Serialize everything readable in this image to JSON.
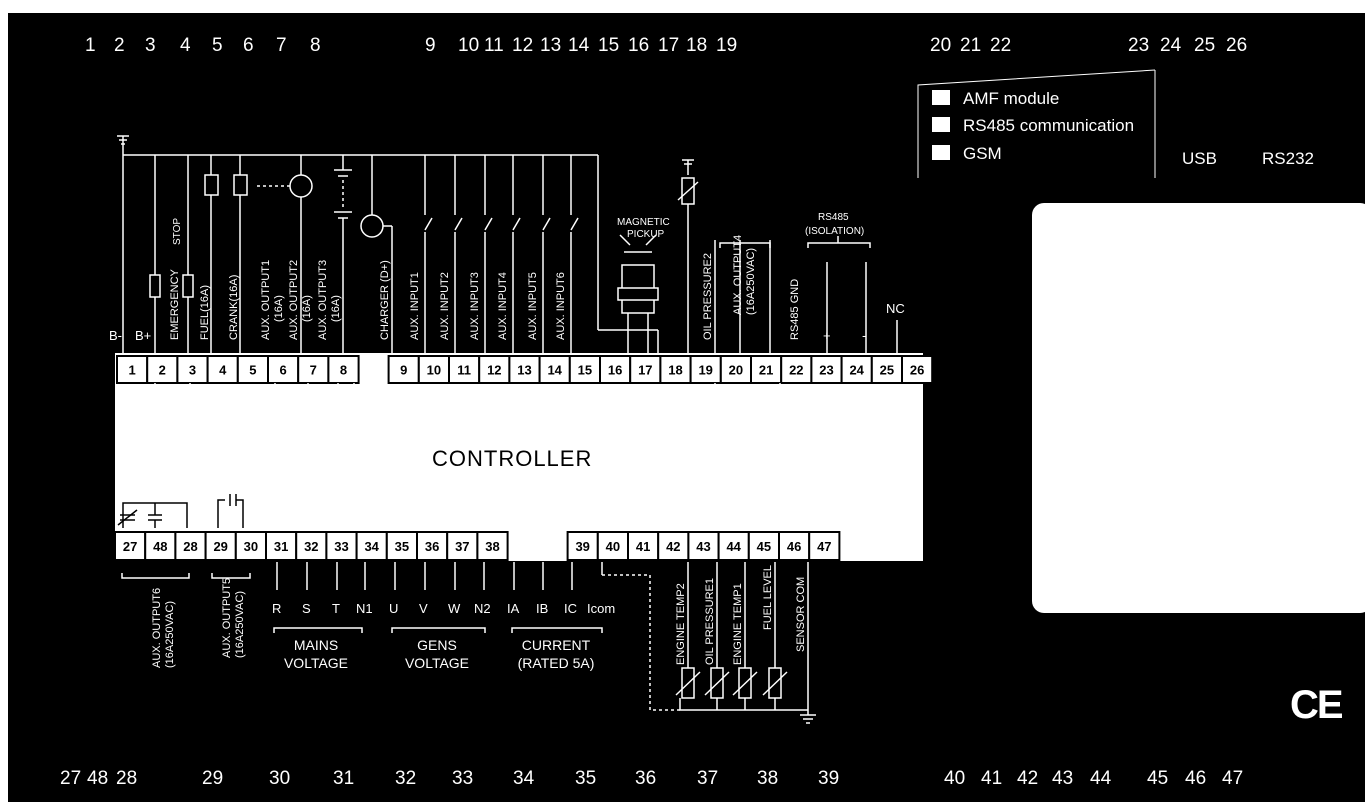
{
  "header": {
    "partial_title": ""
  },
  "top_numbers": [
    "1",
    "2",
    "3",
    "4",
    "5",
    "6",
    "7",
    "8",
    "9",
    "10",
    "11",
    "12",
    "13",
    "14",
    "15",
    "16",
    "17",
    "18",
    "19",
    "20",
    "21",
    "22",
    "23",
    "24",
    "25",
    "26"
  ],
  "bottom_numbers": [
    "27",
    "48",
    "28",
    "29",
    "30",
    "31",
    "32",
    "33",
    "34",
    "35",
    "36",
    "37",
    "38",
    "39",
    "40",
    "41",
    "42",
    "43",
    "44",
    "45",
    "46",
    "47"
  ],
  "legend": {
    "items": [
      "AMF module",
      "RS485 communication",
      "GSM"
    ]
  },
  "ports": {
    "usb": "USB",
    "rs232": "RS232"
  },
  "controller": {
    "label": "CONTROLLER"
  },
  "terminals_top": [
    "1",
    "2",
    "3",
    "4",
    "5",
    "6",
    "7",
    "8",
    "9",
    "10",
    "11",
    "12",
    "13",
    "14",
    "15",
    "16",
    "17",
    "18",
    "19",
    "20",
    "21",
    "22",
    "23",
    "24",
    "25",
    "26"
  ],
  "terminals_bottom": [
    "27",
    "48",
    "28",
    "29",
    "30",
    "31",
    "32",
    "33",
    "34",
    "35",
    "36",
    "37",
    "38",
    "39",
    "40",
    "41",
    "42",
    "43",
    "44",
    "45",
    "46",
    "47"
  ],
  "top_labels": {
    "b_minus": "B-",
    "b_plus": "B+",
    "stop": "STOP",
    "emergency": "EMERGENCY",
    "fuel": "FUEL(16A)",
    "crank": "CRANK(16A)",
    "aux_out1": "AUX. OUTPUT1",
    "aux_out1_a": "(16A)",
    "aux_out2": "AUX. OUTPUT2",
    "aux_out2_a": "(16A)",
    "aux_out3": "AUX. OUTPUT3",
    "aux_out3_a": "(16A)",
    "charger": "CHARGER (D+)",
    "in1": "AUX. INPUT1",
    "in2": "AUX. INPUT2",
    "in3": "AUX. INPUT3",
    "in4": "AUX. INPUT4",
    "in5": "AUX. INPUT5",
    "in6": "AUX. INPUT6",
    "magnetic": "MAGNETIC",
    "pickup": "PICKUP",
    "oil_pressure2": "OIL PRESSURE2",
    "aux_out4": "AUX. OUTPUT4",
    "aux_out4_b": "(16A250VAC)",
    "rs485_gnd": "RS485 GND",
    "rs485": "RS485",
    "isolation": "(ISOLATION)",
    "plus": "+",
    "minus": "-",
    "nc": "NC"
  },
  "bottom_labels": {
    "aux_out6": "AUX. OUTPUT6",
    "aux_out6_b": "(16A250VAC)",
    "aux_out5": "AUX. OUTPUT5",
    "aux_out5_b": "(16A250VAC)",
    "r": "R",
    "s": "S",
    "t": "T",
    "n1": "N1",
    "u": "U",
    "v": "V",
    "w": "W",
    "n2": "N2",
    "ia": "IA",
    "ib": "IB",
    "ic": "IC",
    "icom": "Icom",
    "mains": "MAINS",
    "mains_v": "VOLTAGE",
    "gens": "GENS",
    "gens_v": "VOLTAGE",
    "current": "CURRENT",
    "rated": "(RATED 5A)",
    "engine_temp2": "ENGINE TEMP2",
    "oil_pressure1": "OIL PRESSURE1",
    "engine_temp1": "ENGINE TEMP1",
    "fuel_level": "FUEL LEVEL",
    "sensor_com": "SENSOR COM"
  },
  "marks": {
    "ce": "CE"
  }
}
